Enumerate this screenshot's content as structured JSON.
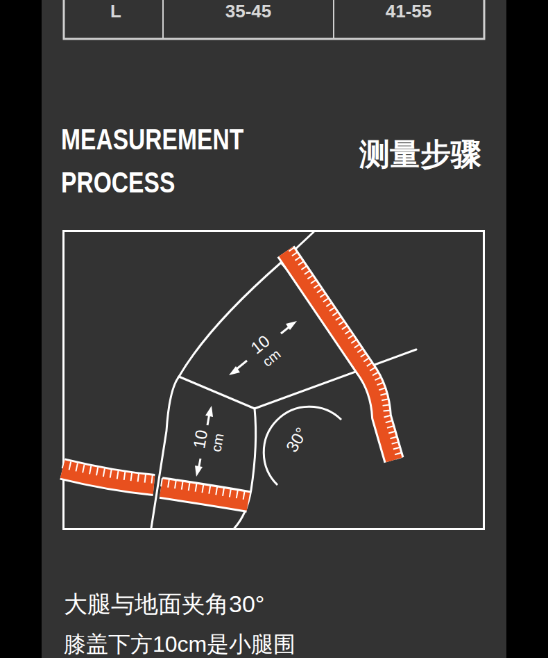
{
  "diagram": {
    "title": "MEASUREMENT PROCESS",
    "labels": [
      "L",
      "35-45",
      "41-55",
      "测量步骤",
      "10",
      "cm",
      "10",
      "cm",
      "30°",
      "大腿与地面夹角30°",
      "膝盖下方10cm是小腿围"
    ]
  }
}
